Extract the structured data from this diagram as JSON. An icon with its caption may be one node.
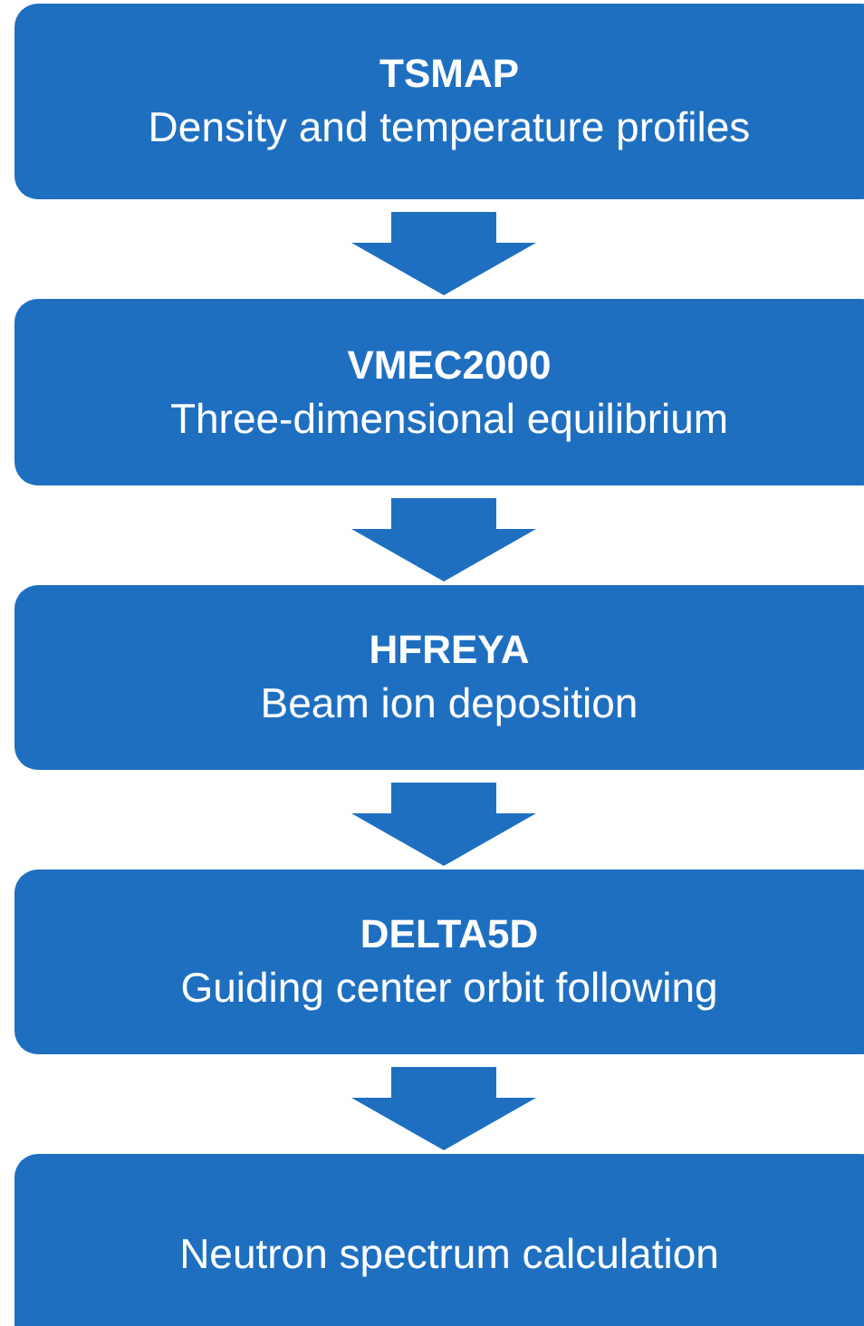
{
  "diagram": {
    "nodes": [
      {
        "text": [
          "TSMAP",
          "Density and temperature profiles"
        ]
      },
      {
        "text": [
          "VMEC2000",
          "Three-dimensional equilibrium"
        ]
      },
      {
        "text": [
          "HFREYA",
          "Beam ion deposition"
        ]
      },
      {
        "text": [
          "DELTA5D",
          "Guiding center orbit following"
        ]
      },
      {
        "text": [
          "Neutron spectrum calculation"
        ]
      }
    ],
    "edges": [
      {
        "from": 0,
        "to": 1,
        "arrow": "to"
      },
      {
        "from": 1,
        "to": 2,
        "arrow": "to"
      },
      {
        "from": 2,
        "to": 3,
        "arrow": "to"
      },
      {
        "from": 3,
        "to": 4,
        "arrow": "to"
      }
    ]
  }
}
